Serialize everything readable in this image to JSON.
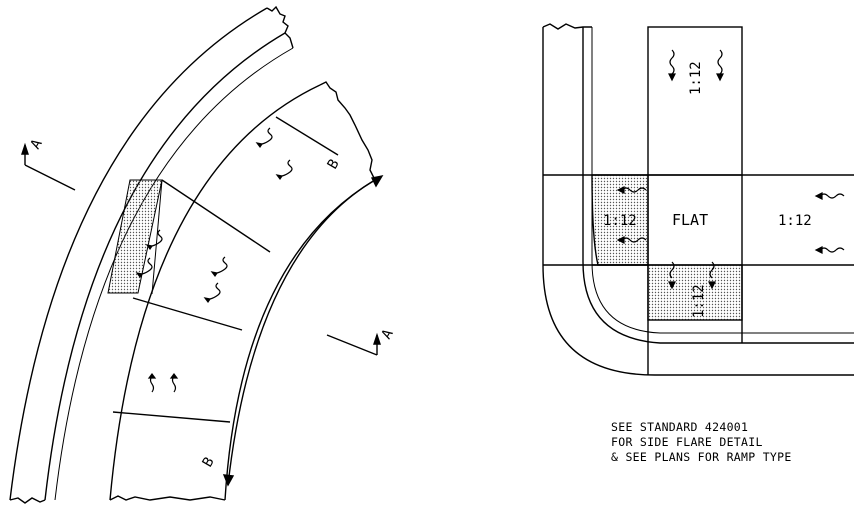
{
  "left_view": {
    "section_letter_a": "A",
    "section_letter_b": "B"
  },
  "right_view": {
    "flat_label": "FLAT",
    "slope_label": "1:12"
  },
  "notes": [
    "SEE STANDARD 424001",
    "FOR SIDE FLARE DETAIL",
    "& SEE PLANS FOR RAMP TYPE"
  ],
  "colors": {
    "line": "#000000",
    "hatch_dot": "#555555",
    "background": "#ffffff"
  }
}
